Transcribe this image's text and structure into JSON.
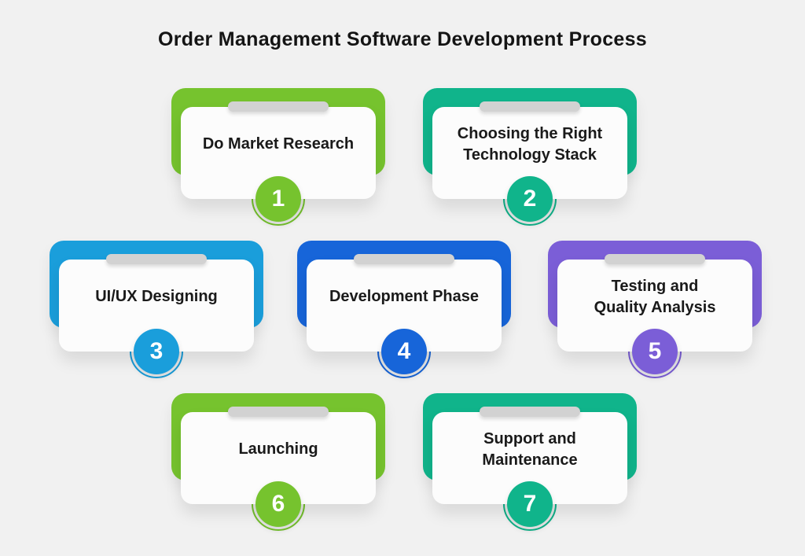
{
  "title": "Order Management Software Development Process",
  "background_color": "#f1f1f1",
  "card_face_color": "#fcfcfc",
  "pill_color": "#d2d2d2",
  "text_color": "#1a1a1a",
  "cards": [
    {
      "number": "1",
      "title": "Do Market Research",
      "lines": [
        "Do Market Research"
      ],
      "accent": "#76c32e"
    },
    {
      "number": "2",
      "title": "Choosing the Right Technology Stack",
      "lines": [
        "Choosing the Right",
        "Technology Stack"
      ],
      "accent": "#10b48b"
    },
    {
      "number": "3",
      "title": "UI/UX Designing",
      "lines": [
        "UI/UX Designing"
      ],
      "accent": "#1a9edb"
    },
    {
      "number": "4",
      "title": "Development Phase",
      "lines": [
        "Development Phase"
      ],
      "accent": "#1765d9"
    },
    {
      "number": "5",
      "title": "Testing and Quality Analysis",
      "lines": [
        "Testing and",
        "Quality Analysis"
      ],
      "accent": "#7b5ed7"
    },
    {
      "number": "6",
      "title": "Launching",
      "lines": [
        "Launching"
      ],
      "accent": "#76c32e"
    },
    {
      "number": "7",
      "title": "Support and Maintenance",
      "lines": [
        "Support and",
        "Maintenance"
      ],
      "accent": "#10b48b"
    }
  ]
}
